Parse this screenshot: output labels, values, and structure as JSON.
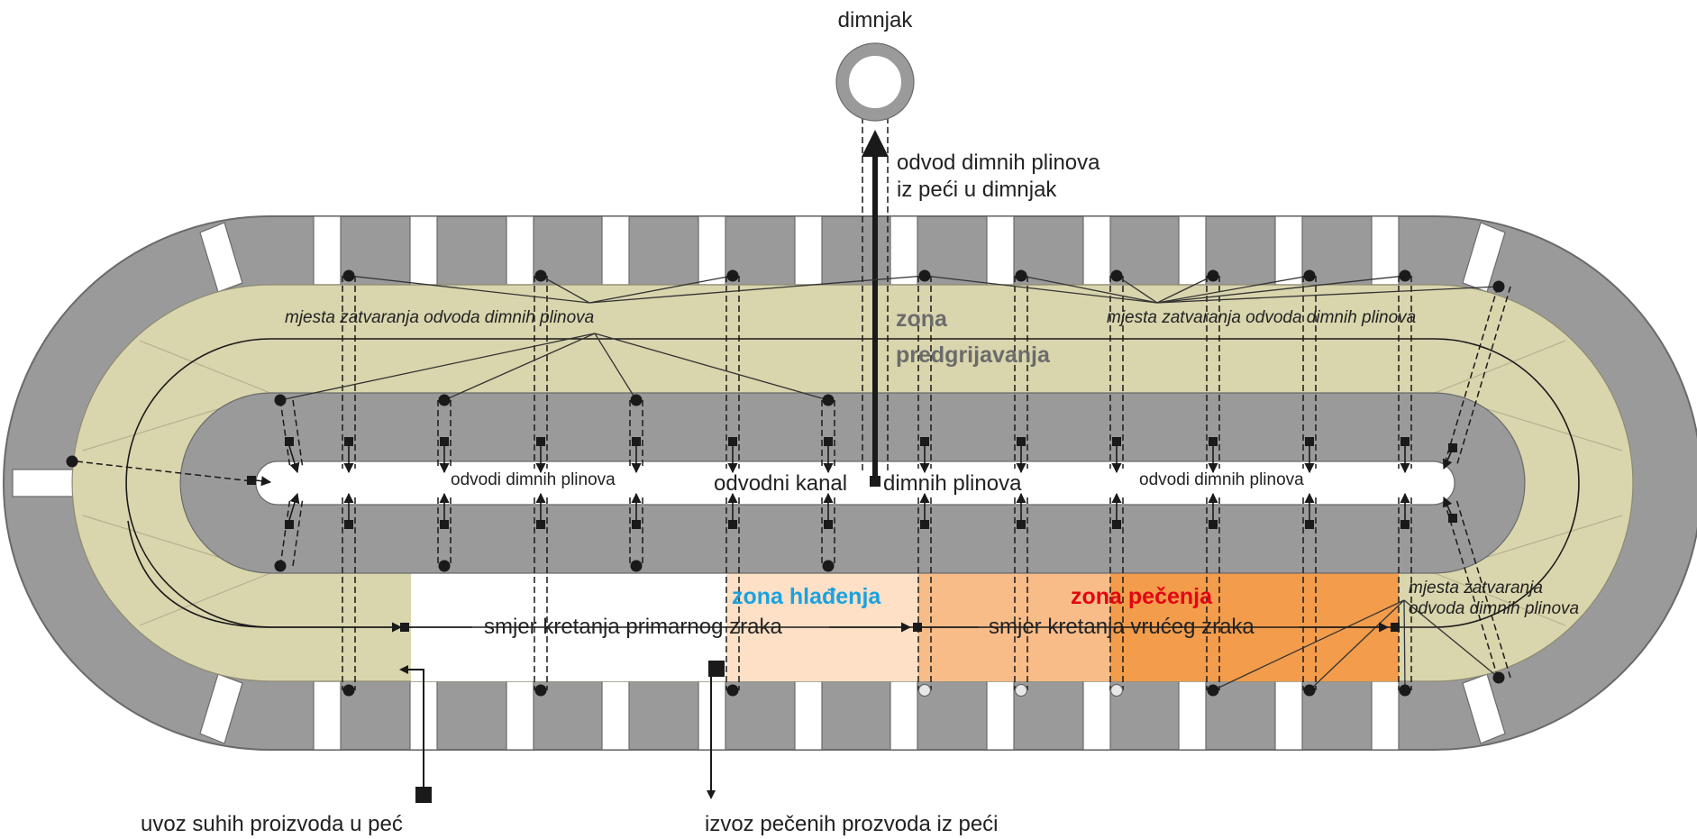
{
  "labels": {
    "chimney": "dimnjak",
    "flue_to_chimney_line1": "odvod dimnih plinova",
    "flue_to_chimney_line2": "iz peći u dimnjak",
    "zone_preheat_line1": "zona",
    "zone_preheat_line2": "predgrijavanja",
    "closing_points_left": "mjesta zatvaranja odvoda dimnih plinova",
    "closing_points_right": "mjesta zatvaranja odvoda dimnih plinova",
    "closing_points_lower_line1": "mjesta zatvaranja",
    "closing_points_lower_line2": "odvoda dimnih plinova",
    "flue_ducts_left": "odvodi dimnih plinova",
    "flue_ducts_right": "odvodi dimnih plinova",
    "main_channel_part1": "odvodni kanal",
    "main_channel_part2": "dimnih plinova",
    "zone_cooling": "zona hlađenja",
    "zone_firing": "zona pečenja",
    "primary_air_direction": "smjer kretanja primarnog zraka",
    "hot_air_direction": "smjer kretanja vrućeg zraka",
    "import_dry_products": "uvoz suhih proizvoda u peć",
    "export_fired_products": "izvoz pečenih prozvoda iz peći"
  },
  "colors": {
    "outer_wall": "#9a9a9a",
    "preheat_zone": "#d9d5ad",
    "cooling_zone_light": "#fde0c6",
    "cooling_zone_mid": "#f8bc88",
    "firing_zone": "#f39c4b",
    "cooling_label": "#1aa2e0",
    "firing_label": "#e30613",
    "preheat_label": "#6b6b6b",
    "chimney_ring": "#9a9a9a"
  }
}
